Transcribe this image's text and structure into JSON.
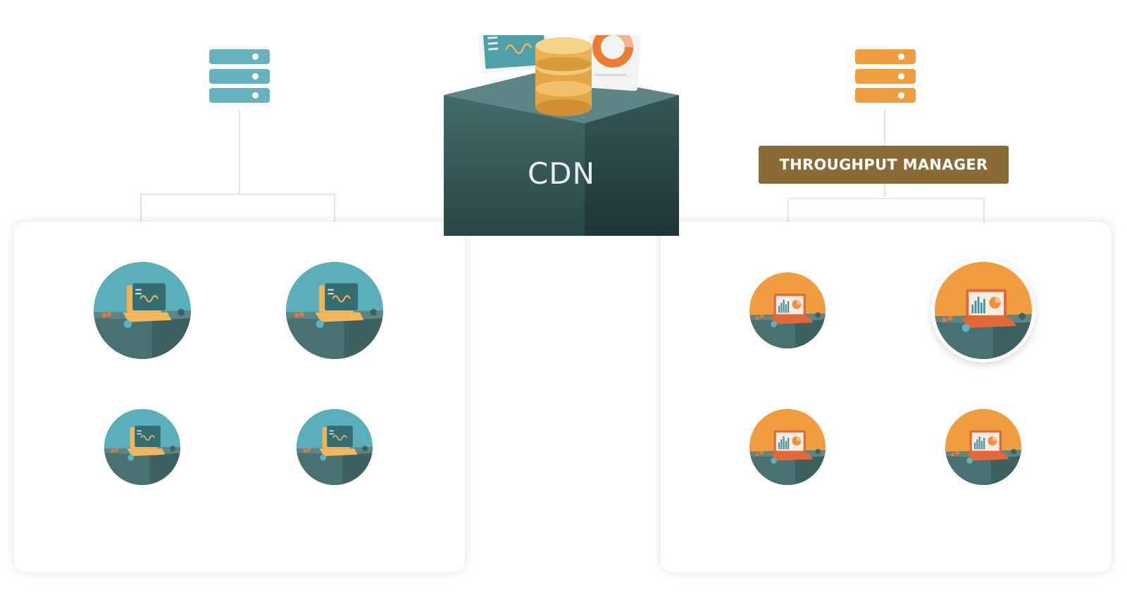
{
  "cdn": {
    "label": "CDN",
    "icons": [
      "database-icon",
      "dashboard-wave-panel",
      "donut-chart-report"
    ]
  },
  "throughput_manager": {
    "label": "THROUGHPUT MANAGER"
  },
  "servers": [
    {
      "name": "server-icon",
      "color": "#66b2bf"
    },
    {
      "name": "server-icon",
      "color": "#ef9d3f"
    }
  ],
  "client_groups": [
    {
      "theme": "teal",
      "accent": "#5aafbb",
      "clients": 4
    },
    {
      "theme": "orange",
      "accent": "#ef9d3f",
      "clients": 4,
      "highlighted_client": 2
    }
  ]
}
